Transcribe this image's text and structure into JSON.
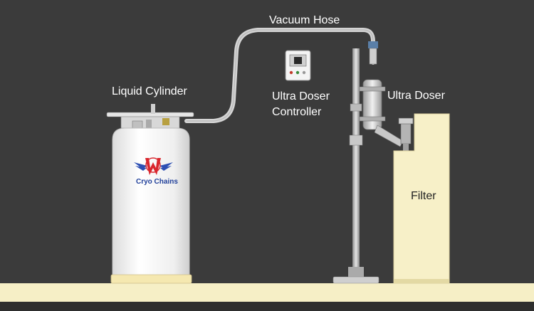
{
  "labels": {
    "vacuum_hose": "Vacuum Hose",
    "liquid_cylinder": "Liquid Cylinder",
    "controller_line1": "Ultra Doser",
    "controller_line2": "Controller",
    "ultra_doser": "Ultra Doser",
    "filter": "Filter"
  },
  "brand": {
    "name": "Cryo Chains",
    "logo_icon": "winged-w-logo-icon"
  },
  "colors": {
    "background": "#3b3b3b",
    "floor": "#f6efc6",
    "filter_box": "#f7f0c8",
    "cylinder_body": "#f2f2f2",
    "cylinder_base": "#f7ecb8",
    "hose": "#d6d6d6",
    "logo_red": "#d9262d",
    "logo_blue": "#2d4fb3"
  }
}
